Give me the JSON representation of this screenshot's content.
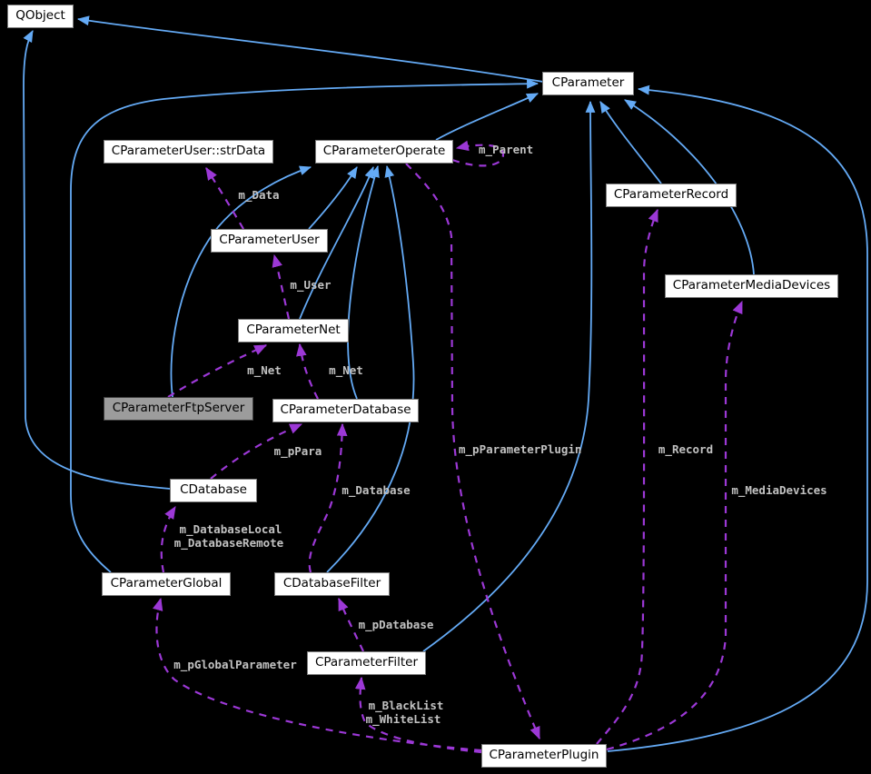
{
  "diagram": {
    "type": "class-collaboration-graph",
    "background": "#000000",
    "colors": {
      "inherit_edge": "#64aaf5",
      "member_edge": "#9c38d6",
      "edge_label": "#c2c2c2",
      "node_fill": "#ffffff",
      "node_border": "#7d7d7d",
      "highlight_fill": "#9c9c9c",
      "highlight_border": "#3f3f3f",
      "node_text": "#000000"
    },
    "nodes": [
      {
        "id": "qobject",
        "label": "QObject",
        "highlighted": false
      },
      {
        "id": "cparameter",
        "label": "CParameter",
        "highlighted": false
      },
      {
        "id": "cparameteruser-strdata",
        "label": "CParameterUser::strData",
        "highlighted": false
      },
      {
        "id": "cparameteroperate",
        "label": "CParameterOperate",
        "highlighted": false
      },
      {
        "id": "cparameterrecord",
        "label": "CParameterRecord",
        "highlighted": false
      },
      {
        "id": "cparametermediadevices",
        "label": "CParameterMediaDevices",
        "highlighted": false
      },
      {
        "id": "cparameteruser",
        "label": "CParameterUser",
        "highlighted": false
      },
      {
        "id": "cparameternet",
        "label": "CParameterNet",
        "highlighted": false
      },
      {
        "id": "cparameterftpserver",
        "label": "CParameterFtpServer",
        "highlighted": true
      },
      {
        "id": "cparameterdatabase",
        "label": "CParameterDatabase",
        "highlighted": false
      },
      {
        "id": "cdatabase",
        "label": "CDatabase",
        "highlighted": false
      },
      {
        "id": "cparameterglobal",
        "label": "CParameterGlobal",
        "highlighted": false
      },
      {
        "id": "cdatabasefilter",
        "label": "CDatabaseFilter",
        "highlighted": false
      },
      {
        "id": "cparameterfilter",
        "label": "CParameterFilter",
        "highlighted": false
      },
      {
        "id": "cparameterplugin",
        "label": "CParameterPlugin",
        "highlighted": false
      }
    ],
    "edge_labels": [
      {
        "text": "m_Parent"
      },
      {
        "text": "m_Data"
      },
      {
        "text": "m_User"
      },
      {
        "text": "m_Net"
      },
      {
        "text": "m_Net"
      },
      {
        "text": "m_pPara"
      },
      {
        "text": "m_Database"
      },
      {
        "text": "m_DatabaseLocal"
      },
      {
        "text": "m_DatabaseRemote"
      },
      {
        "text": "m_pGlobalParameter"
      },
      {
        "text": "m_pDatabase"
      },
      {
        "text": "m_BlackList"
      },
      {
        "text": "m_WhiteList"
      },
      {
        "text": "m_pParameterPlugin"
      },
      {
        "text": "m_Record"
      },
      {
        "text": "m_MediaDevices"
      }
    ],
    "relationships": {
      "inheritance": [
        {
          "from": "CParameter",
          "to": "QObject"
        },
        {
          "from": "CDatabase",
          "to": "QObject"
        },
        {
          "from": "CParameterGlobal",
          "to": "CParameter"
        },
        {
          "from": "CParameterOperate",
          "to": "CParameter"
        },
        {
          "from": "CParameterRecord",
          "to": "CParameter"
        },
        {
          "from": "CParameterMediaDevices",
          "to": "CParameter"
        },
        {
          "from": "CParameterPlugin",
          "to": "CParameter"
        },
        {
          "from": "CParameterFilter",
          "to": "CParameter"
        },
        {
          "from": "CParameterFtpServer",
          "to": "CParameterOperate"
        },
        {
          "from": "CParameterUser",
          "to": "CParameterOperate"
        },
        {
          "from": "CParameterNet",
          "to": "CParameterOperate"
        },
        {
          "from": "CParameterDatabase",
          "to": "CParameterOperate"
        },
        {
          "from": "CDatabaseFilter",
          "to": "CParameterOperate"
        }
      ],
      "members": [
        {
          "owner": "CParameterOperate",
          "member": "m_Parent",
          "type": "CParameterOperate"
        },
        {
          "owner": "CParameterUser",
          "member": "m_Data",
          "type": "CParameterUser::strData"
        },
        {
          "owner": "CParameterNet",
          "member": "m_User",
          "type": "CParameterUser"
        },
        {
          "owner": "CParameterFtpServer",
          "member": "m_Net",
          "type": "CParameterNet"
        },
        {
          "owner": "CParameterDatabase",
          "member": "m_Net",
          "type": "CParameterNet"
        },
        {
          "owner": "CDatabase",
          "member": "m_pPara",
          "type": "CParameterDatabase"
        },
        {
          "owner": "CDatabaseFilter",
          "member": "m_Database",
          "type": "CParameterDatabase"
        },
        {
          "owner": "CParameterGlobal",
          "member": "m_DatabaseLocal m_DatabaseRemote",
          "type": "CDatabase"
        },
        {
          "owner": "CParameterPlugin",
          "member": "m_pGlobalParameter",
          "type": "CParameterGlobal"
        },
        {
          "owner": "CParameterFilter",
          "member": "m_pDatabase",
          "type": "CDatabaseFilter"
        },
        {
          "owner": "CParameterPlugin",
          "member": "m_BlackList m_WhiteList",
          "type": "CParameterFilter"
        },
        {
          "owner": "CParameterOperate",
          "member": "m_pParameterPlugin",
          "type": "CParameterPlugin"
        },
        {
          "owner": "CParameterPlugin",
          "member": "m_Record",
          "type": "CParameterRecord"
        },
        {
          "owner": "CParameterPlugin",
          "member": "m_MediaDevices",
          "type": "CParameterMediaDevices"
        }
      ]
    }
  }
}
